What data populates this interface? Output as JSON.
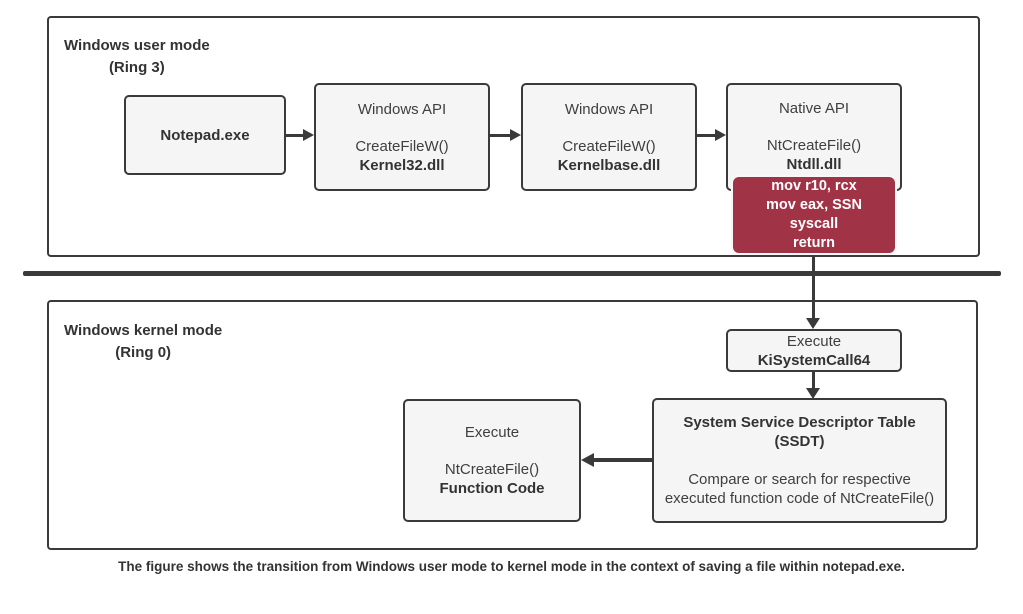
{
  "user_mode": {
    "label_line1": "Windows user mode",
    "label_line2": "(Ring 3)",
    "notepad": {
      "title": "Notepad.exe"
    },
    "kernel32": {
      "header": "Windows API",
      "func": "CreateFileW()",
      "lib": "Kernel32.dll"
    },
    "kernelbase": {
      "header": "Windows API",
      "func": "CreateFileW()",
      "lib": "Kernelbase.dll"
    },
    "ntdll": {
      "header": "Native API",
      "func": "NtCreateFile()",
      "lib": "Ntdll.dll"
    },
    "syscall_stub": {
      "line1": "mov r10, rcx",
      "line2": "mov eax, SSN",
      "line3": "syscall",
      "line4": "return"
    }
  },
  "kernel_mode": {
    "label_line1": "Windows kernel mode",
    "label_line2": "(Ring 0)",
    "kisystemcall": {
      "line1": "Execute",
      "line2": "KiSystemCall64"
    },
    "ssdt": {
      "title_line1": "System Service Descriptor Table",
      "title_line2": "(SSDT)",
      "body_line1": "Compare or search for respective",
      "body_line2": "executed function code of NtCreateFile()"
    },
    "function_code": {
      "line1": "Execute",
      "line2": "NtCreateFile()",
      "line3": "Function Code"
    }
  },
  "caption": "The figure shows the transition from Windows user mode to kernel mode in the context of saving a file within notepad.exe.",
  "colors": {
    "box_fill": "#f5f5f5",
    "box_border": "#3a3a3a",
    "accent_red": "#a13347",
    "text": "#3f3f3f"
  }
}
